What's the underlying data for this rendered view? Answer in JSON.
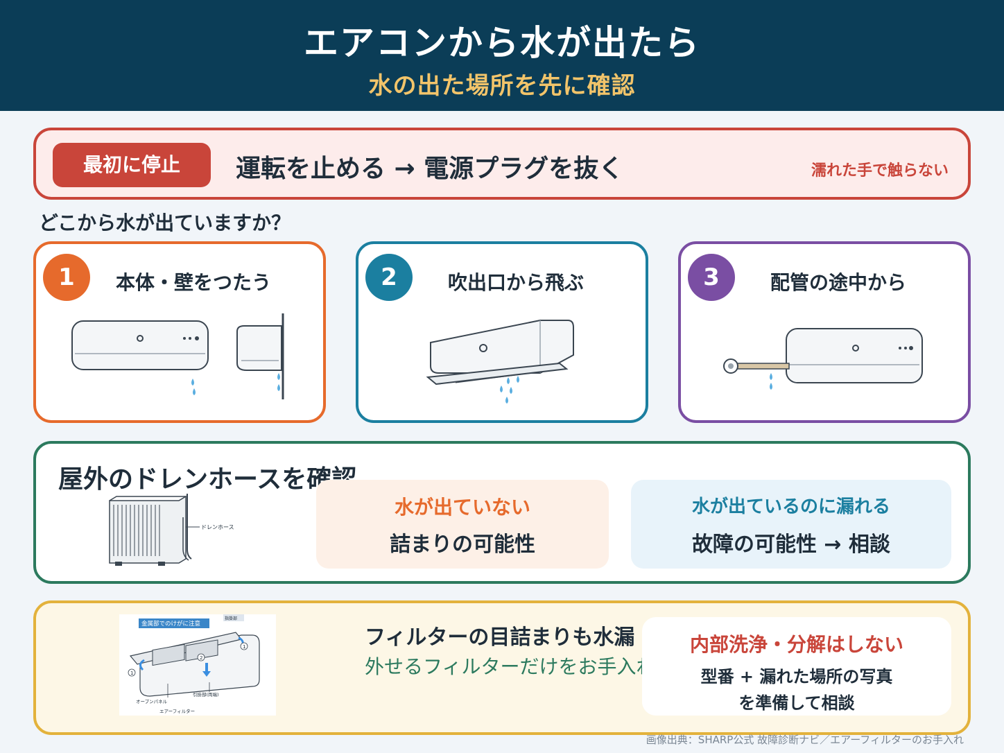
{
  "header": {
    "title": "エアコンから水が出たら",
    "subtitle": "水の出た場所を先に確認"
  },
  "stop": {
    "badge": "最初に停止",
    "action": "運転を止める → 電源プラグを抜く",
    "warning": "濡れた手で触らない"
  },
  "question": "どこから水が出ていますか？",
  "cards": [
    {
      "number": "1",
      "label": "本体・壁をつたう",
      "icon": "ac-unit-dripping-icon"
    },
    {
      "number": "2",
      "label": "吹出口から飛ぶ",
      "icon": "ac-vent-spray-icon"
    },
    {
      "number": "3",
      "label": "配管の途中から",
      "icon": "pipe-dripping-icon"
    }
  ],
  "drain": {
    "title": "屋外のドレンホースを確認",
    "hose_label": "ドレンホース",
    "no_water": {
      "head": "水が出ていない",
      "body": "詰まりの可能性"
    },
    "water_leak": {
      "head": "水が出ているのに漏れる",
      "body": "故障の可能性 → 相談"
    }
  },
  "filter": {
    "title": "フィルターの目詰まりも水漏",
    "subtitle": "外せるフィルターだけをお手入れ",
    "diagram": {
      "caution": "金属部でのけがに注意",
      "part_top": "指掛部",
      "part_hook": "引掛部(両端)",
      "part_panel": "オープンパネル",
      "part_filter": "エアーフィルター",
      "step1": "1",
      "step2": "2"
    },
    "warning": {
      "head": "内部洗浄・分解はしない",
      "line1": "型番 + 漏れた場所の写真",
      "line2": "を準備して相談"
    }
  },
  "credit": "画像出典：SHARP公式 故障診断ナビ／エアーフィルターのお手入れ",
  "colors": {
    "header_bg": "#0b3d57",
    "accent_yellow": "#f2c46a",
    "stop_red": "#c9453a",
    "card1_orange": "#e66a2c",
    "card2_blue": "#1b7fa0",
    "card3_purple": "#7a4ea3",
    "drain_green": "#2c7a5e",
    "filter_gold": "#e3b23c",
    "water_drop": "#5aaee0"
  }
}
